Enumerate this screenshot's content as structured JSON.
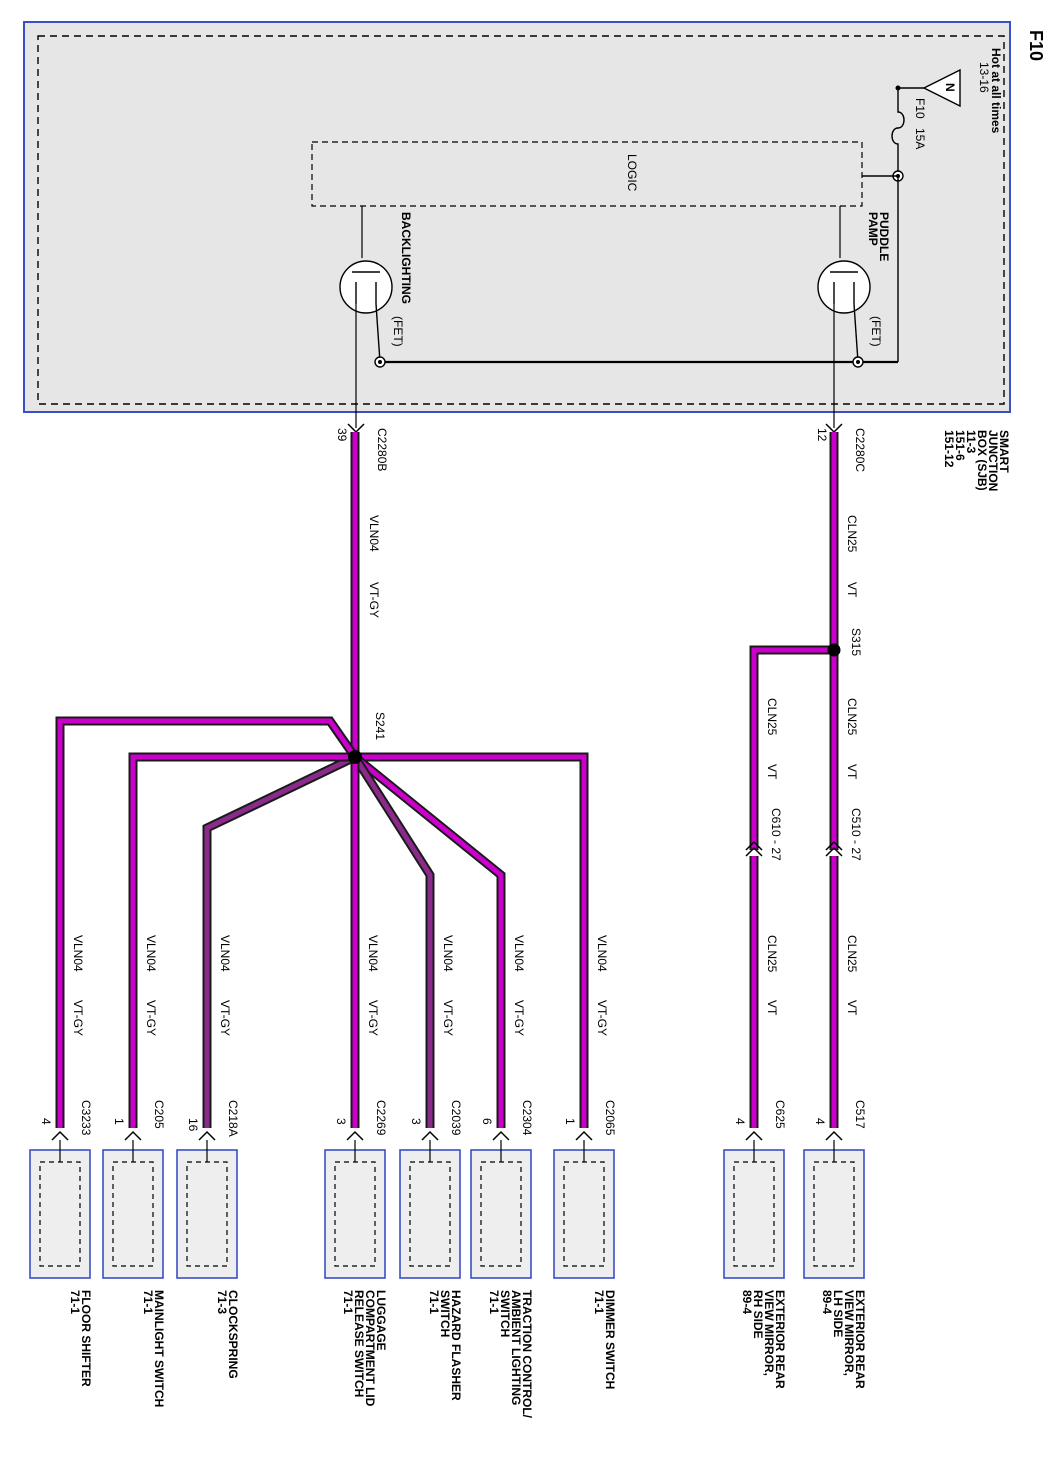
{
  "page_id": "F10",
  "colors": {
    "wire_violet": "#cc00cc",
    "wire_violet_gray": "#8a2a8a",
    "wire_outline": "#1a1a1a",
    "box_border": "#3b4fc4",
    "box_fill": "#eeeeee",
    "splice": "#000000"
  },
  "power": {
    "hot_label": "Hot at all times",
    "hot_ref": "13-16",
    "source_symbol": "N",
    "fuse_name": "F10",
    "fuse_rating": "15A"
  },
  "sjb": {
    "logic_label": "LOGIC",
    "fet_label": "(FET)",
    "fet_puddle_name": "PUDDLE PAMP",
    "fet_backlight_name": "BACKLIGHTING",
    "name_lines": [
      "SMART",
      "JUNCTION",
      "BOX (SJB)",
      "11-3",
      "151-6",
      "151-12"
    ]
  },
  "right_branch": {
    "connector": "C2280C",
    "pin": "12",
    "wire_code": "CLN25",
    "wire_color": "VT",
    "splice": "S315",
    "inline_lh": "C510 - 27",
    "inline_rh": "C610 - 27",
    "loads": [
      {
        "connector": "C517",
        "pin": "4",
        "name_lines": [
          "EXTERIOR REAR",
          "VIEW MIRROR,",
          "LH SIDE",
          "89-4"
        ]
      },
      {
        "connector": "C625",
        "pin": "4",
        "name_lines": [
          "EXTERIOR REAR",
          "VIEW MIRROR,",
          "RH SIDE",
          "89-4"
        ]
      }
    ]
  },
  "left_branch": {
    "connector": "C2280B",
    "pin": "39",
    "wire_code": "VLN04",
    "wire_color": "VT-GY",
    "splice": "S241",
    "loads": [
      {
        "connector": "C2065",
        "pin": "1",
        "name_lines": [
          "DIMMER SWITCH",
          "71-1"
        ]
      },
      {
        "connector": "C2304",
        "pin": "6",
        "name_lines": [
          "TRACTION CONTROL/",
          "AMBIENT LIGHTING",
          "SWITCH",
          "71-1"
        ]
      },
      {
        "connector": "C2039",
        "pin": "3",
        "name_lines": [
          "HAZARD FLASHER",
          "SWITCH",
          "71-1"
        ]
      },
      {
        "connector": "C2269",
        "pin": "3",
        "name_lines": [
          "LUGGAGE",
          "COMPARTMENT LID",
          "RELEASE SWITCH",
          "71-1"
        ]
      },
      {
        "connector": "C218A",
        "pin": "16",
        "name_lines": [
          "CLOCKSPRING",
          "71-3"
        ]
      },
      {
        "connector": "C205",
        "pin": "1",
        "name_lines": [
          "MAINLIGHT SWITCH",
          "71-1"
        ]
      },
      {
        "connector": "C3233",
        "pin": "4",
        "name_lines": [
          "FLOOR SHIFTER",
          "71-1"
        ]
      }
    ]
  }
}
